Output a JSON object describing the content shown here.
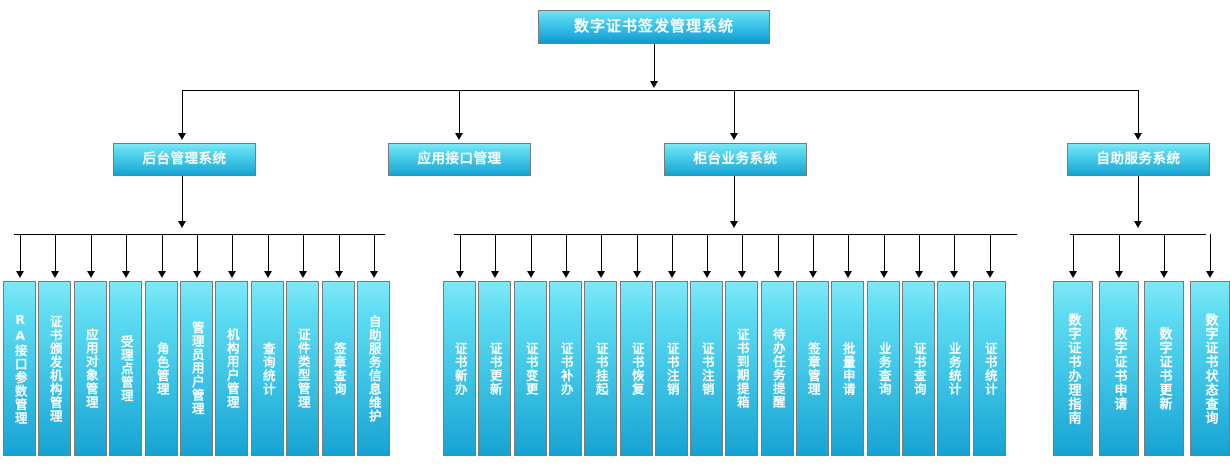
{
  "diagram": {
    "title": "数字证书签发管理系统",
    "type": "organization-tree",
    "orientation": "top-down",
    "accent_top_color": "#7FE9F7",
    "accent_bottom_color": "#17A3D2",
    "border_color": "#7A7A7A",
    "text_color": "#FFFFFF",
    "connector_color": "#000000",
    "background_color": "#FFFFFF"
  },
  "root": {
    "label": "数字证书签发管理系统"
  },
  "subsystems": [
    {
      "label": "后台管理系统"
    },
    {
      "label": "应用接口管理"
    },
    {
      "label": "柜台业务系统"
    },
    {
      "label": "自助服务系统"
    }
  ],
  "groups": [
    {
      "parent": "后台管理系统",
      "items": [
        {
          "label": "RA接口参数管理"
        },
        {
          "label": "证书颁发机构管理"
        },
        {
          "label": "应用对象管理"
        },
        {
          "label": "受理点管理"
        },
        {
          "label": "角色管理"
        },
        {
          "label": "管理员用户管理"
        },
        {
          "label": "机构用户管理"
        },
        {
          "label": "查询统计"
        },
        {
          "label": "证件类型管理"
        },
        {
          "label": "签章查询"
        },
        {
          "label": "自助服务信息维护"
        }
      ]
    },
    {
      "parent": "柜台业务系统",
      "items": [
        {
          "label": "证书新办"
        },
        {
          "label": "证书更新"
        },
        {
          "label": "证书变更"
        },
        {
          "label": "证书补办"
        },
        {
          "label": "证书挂起"
        },
        {
          "label": "证书恢复"
        },
        {
          "label": "证书注销"
        },
        {
          "label": "证书注销"
        },
        {
          "label": "证书到期提箱"
        },
        {
          "label": "待办任务提醒"
        },
        {
          "label": "签章管理"
        },
        {
          "label": "批量申请"
        },
        {
          "label": "业务查询"
        },
        {
          "label": "证书查询"
        },
        {
          "label": "业务统计"
        },
        {
          "label": "证书统计"
        }
      ]
    },
    {
      "parent": "自助服务系统",
      "items": [
        {
          "label": "数字证书办理指南"
        },
        {
          "label": "数字证书申请"
        },
        {
          "label": "数字证书更新"
        },
        {
          "label": "数字证书状态查询"
        }
      ]
    }
  ]
}
